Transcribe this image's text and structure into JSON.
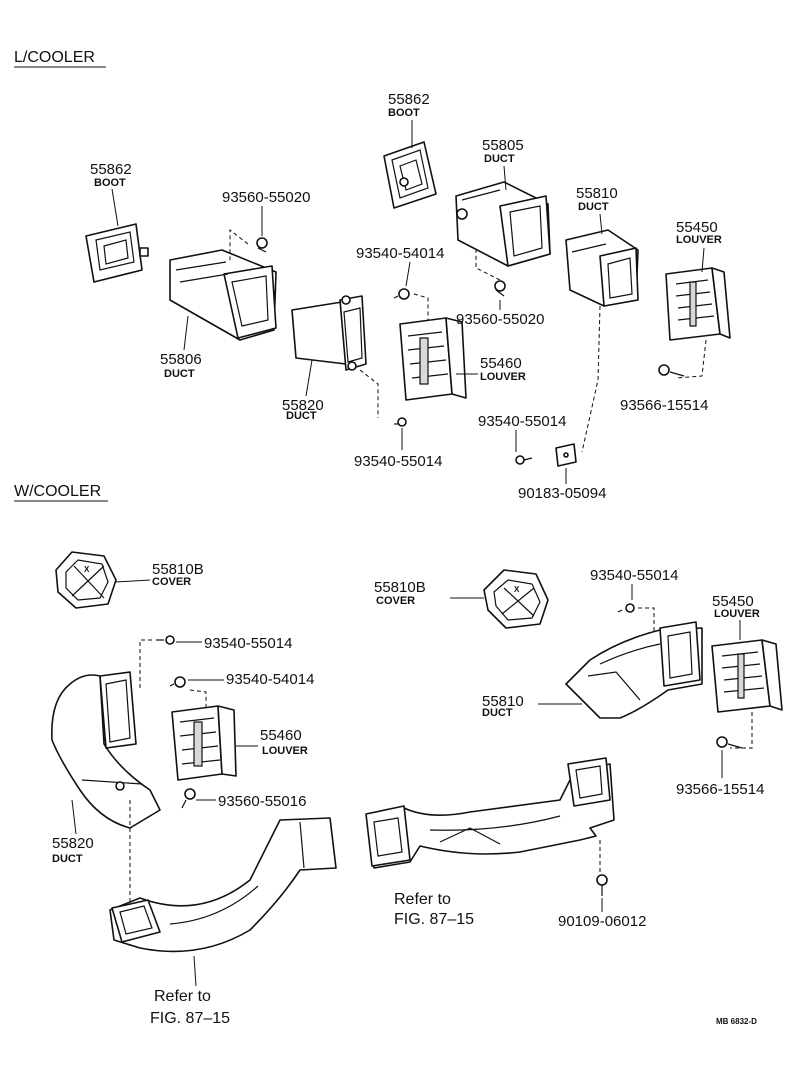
{
  "sections": {
    "l_cooler": "L/COOLER",
    "w_cooler": "W/COOLER"
  },
  "parts": {
    "boot_55862_left": {
      "number": "55862",
      "name": "BOOT"
    },
    "boot_55862_mid": {
      "number": "55862",
      "name": "BOOT"
    },
    "duct_55805": {
      "number": "55805",
      "name": "DUCT"
    },
    "duct_55810_l": {
      "number": "55810",
      "name": "DUCT"
    },
    "louver_55450_l": {
      "number": "55450",
      "name": "LOUVER"
    },
    "duct_55806": {
      "number": "55806",
      "name": "DUCT"
    },
    "duct_55820_l": {
      "number": "55820",
      "name": "DUCT"
    },
    "louver_55460_l": {
      "number": "55460",
      "name": "LOUVER"
    },
    "cover_55810b_left": {
      "number": "55810B",
      "name": "COVER"
    },
    "cover_55810b_right": {
      "number": "55810B",
      "name": "COVER"
    },
    "louver_55450_w": {
      "number": "55450",
      "name": "LOUVER"
    },
    "duct_55810_w": {
      "number": "55810",
      "name": "DUCT"
    },
    "louver_55460_w": {
      "number": "55460",
      "name": "LOUVER"
    },
    "duct_55820_w": {
      "number": "55820",
      "name": "DUCT"
    }
  },
  "fasteners": {
    "f_93560_55020_a": "93560-55020",
    "f_93540_54014_a": "93540-54014",
    "f_93560_55020_b": "93560-55020",
    "f_93540_55014_a": "93540-55014",
    "f_93540_55014_b": "93540-55014",
    "f_90183_05094": "90183-05094",
    "f_93566_15514_a": "93566-15514",
    "f_93540_55014_c": "93540-55014",
    "f_93540_54014_b": "93540-54014",
    "f_93560_55016": "93560-55016",
    "f_93540_55014_d": "93540-55014",
    "f_93566_15514_b": "93566-15514",
    "f_90109_06012": "90109-06012"
  },
  "refs": {
    "left_line1": "Refer to",
    "left_line2": "FIG. 87–15",
    "right_line1": "Refer to",
    "right_line2": "FIG. 87–15"
  },
  "stamp": "MB 6832-D",
  "cover_marks": {
    "left": "X",
    "right": "X"
  }
}
